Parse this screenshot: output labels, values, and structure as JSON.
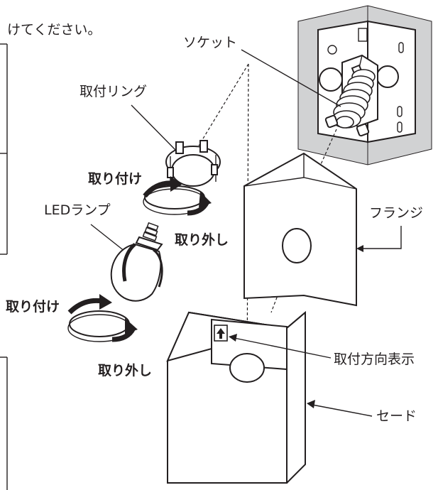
{
  "top_text": "けてください。",
  "labels": {
    "socket": "ソケット",
    "mount_ring": "取付リング",
    "attach_1": "取り付け",
    "led_lamp": "LEDランプ",
    "remove_1": "取り外し",
    "flange": "フランジ",
    "attach_2": "取り付け",
    "remove_2": "取り外し",
    "direction_mark": "取付方向表示",
    "shade": "セード"
  },
  "colors": {
    "line": "#231f20",
    "wall": "#d1d2d3",
    "plate": "#ffffff",
    "arrow": "#231f20"
  },
  "icons": {
    "up_arrow": "up-arrow-icon",
    "rotate_arrow": "rotate-arrow-icon"
  }
}
